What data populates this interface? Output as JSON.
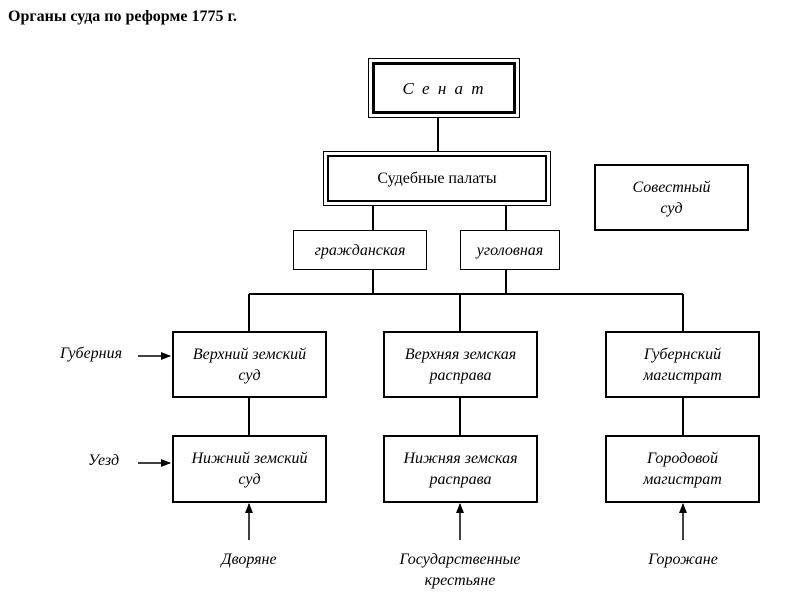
{
  "title": "Органы суда по реформе 1775 г.",
  "nodes": {
    "senat": "С е н а т",
    "sudebnye_palaty": "Судебные палаты",
    "sovestny_sud": [
      "Совестный",
      "суд"
    ],
    "grazhdanskaya": "гражданская",
    "ugolovnaya": "уголовная",
    "verkhny_zemsky_sud": [
      "Верхний земский",
      "суд"
    ],
    "verkhnyaya_zemskaya_rasprava": [
      "Верхняя земская",
      "расправа"
    ],
    "gubernsky_magistrat": [
      "Губернский",
      "магистрат"
    ],
    "nizhny_zemsky_sud": [
      "Нижний земский",
      "суд"
    ],
    "nizhnyaya_zemskaya_rasprava": [
      "Нижняя земская",
      "расправа"
    ],
    "gorodovoy_magistrat": [
      "Городовой",
      "магистрат"
    ]
  },
  "side_labels": {
    "guberniya": "Губерния",
    "uezd": "Уезд"
  },
  "estates": {
    "dvoryane": "Дворяне",
    "krestyane": [
      "Государственные",
      "крестьяне"
    ],
    "gorozhane": "Горожане"
  }
}
